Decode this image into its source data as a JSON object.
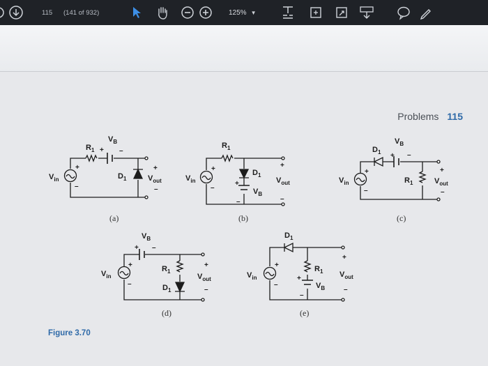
{
  "toolbar": {
    "page_number": "115",
    "page_count": "(141 of 932)",
    "zoom": "125%",
    "icons": [
      "download-icon",
      "pointer-icon",
      "hand-icon",
      "zoom-out-icon",
      "zoom-in-icon",
      "text-select-icon",
      "rotate-icon",
      "fit-page-icon",
      "insert-icon",
      "comment-icon",
      "pen-icon"
    ]
  },
  "page": {
    "section": "Problems",
    "page_number": "115",
    "figure_label": "Figure 3.70",
    "captions": [
      "(a)",
      "(b)",
      "(c)",
      "(d)",
      "(e)"
    ]
  },
  "circuit_labels": {
    "vin": "V",
    "vin_sub": "in",
    "vout": "V",
    "vout_sub": "out",
    "vb": "V",
    "vb_sub": "B",
    "r1": "R",
    "r1_sub": "1",
    "d1": "D",
    "d1_sub": "1",
    "plus": "+",
    "minus": "–"
  },
  "colors": {
    "toolbar_bg": "#1f2227",
    "accent_blue": "#2f6aa8",
    "pointer_blue": "#3d8fe6"
  }
}
